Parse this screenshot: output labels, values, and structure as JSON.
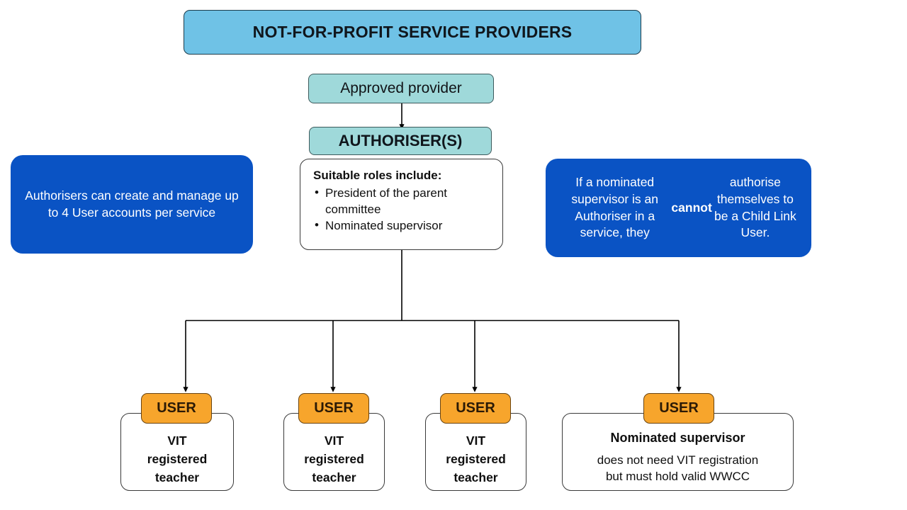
{
  "title_banner": {
    "label": "NOT-FOR-PROFIT SERVICE PROVIDERS",
    "bg_color": "#6FC2E6"
  },
  "approved_provider": {
    "label": "Approved provider",
    "bg_color": "#9FD9DA"
  },
  "authoriser": {
    "head_label": "AUTHORISER(S)",
    "head_bg_color": "#9FD9DA",
    "roles_heading": "Suitable roles include:",
    "roles": [
      "President of the parent committee",
      "Nominated supervisor"
    ]
  },
  "callouts": {
    "bg_color": "#0A53C4",
    "left": {
      "text": "Authorisers can create and manage up to 4 User accounts per service"
    },
    "right": {
      "text_before": "If a nominated supervisor is an Authoriser in a service, they ",
      "emphasis": "cannot",
      "text_after": " authorise themselves to be a Child Link User."
    }
  },
  "users": {
    "tab_label": "USER",
    "tab_bg_color": "#F7A52C",
    "cards": [
      {
        "id": "user-1",
        "title": "VIT\nregistered\nteacher",
        "lines": [
          "VIT",
          "registered",
          "teacher"
        ],
        "subtext": ""
      },
      {
        "id": "user-2",
        "title": "VIT\nregistered\nteacher",
        "lines": [
          "VIT",
          "registered",
          "teacher"
        ],
        "subtext": ""
      },
      {
        "id": "user-3",
        "title": "VIT\nregistered\nteacher",
        "lines": [
          "VIT",
          "registered",
          "teacher"
        ],
        "subtext": ""
      },
      {
        "id": "user-4",
        "title": "Nominated supervisor",
        "lines": [
          "Nominated supervisor"
        ],
        "subtext_line1": "does not need VIT registration",
        "subtext_line2": "but must hold valid WWCC"
      }
    ]
  },
  "user_cards": {
    "c1l1": "VIT",
    "c1l2": "registered",
    "c1l3": "teacher",
    "c2l1": "VIT",
    "c2l2": "registered",
    "c2l3": "teacher",
    "c3l1": "VIT",
    "c3l2": "registered",
    "c3l3": "teacher",
    "c4title": "Nominated supervisor",
    "c4sub1": "does not need VIT registration",
    "c4sub2": "but must hold valid WWCC"
  },
  "connectors": {
    "line_color": "#000000",
    "description": "Approved provider flows down to Authoriser(s); Authoriser(s) branches to four User nodes."
  }
}
